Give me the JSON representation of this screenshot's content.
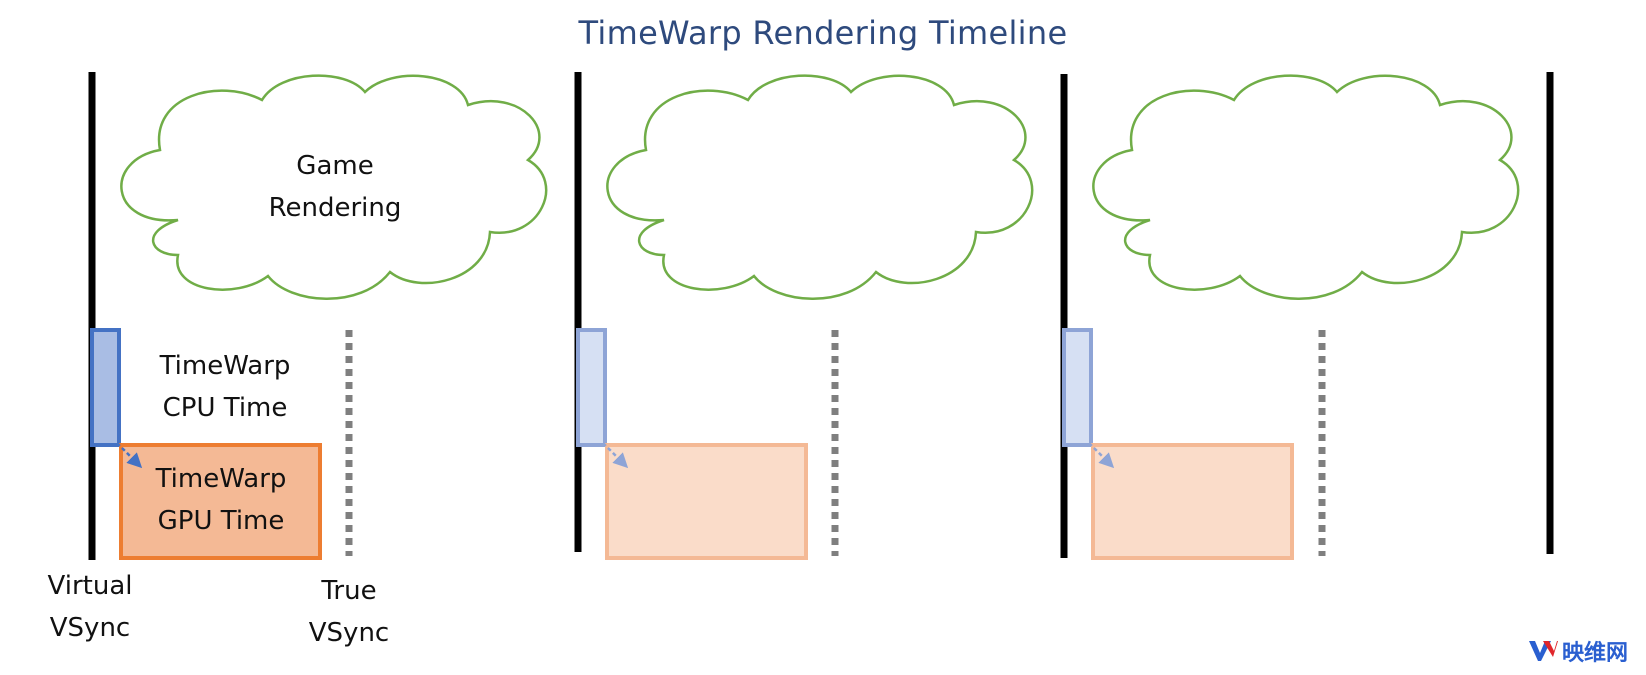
{
  "title": "TimeWarp Rendering Timeline",
  "labels": {
    "game_rendering_line1": "Game",
    "game_rendering_line2": "Rendering",
    "cpu_line1": "TimeWarp",
    "cpu_line2": "CPU Time",
    "gpu_line1": "TimeWarp",
    "gpu_line2": "GPU Time",
    "virtual_line1": "Virtual",
    "virtual_line2": "VSync",
    "true_line1": "True",
    "true_line2": "VSync"
  },
  "watermark": {
    "text": "映维网"
  },
  "colors": {
    "title": "#2e4a7d",
    "cloud_stroke": "#70ad47",
    "cpu_fill": "#a9bde4",
    "cpu_stroke": "#4472c4",
    "gpu_fill": "#f4b995",
    "gpu_stroke": "#ed7d31",
    "vsync_line": "#000000",
    "dotted_line": "#7f7f7f"
  }
}
